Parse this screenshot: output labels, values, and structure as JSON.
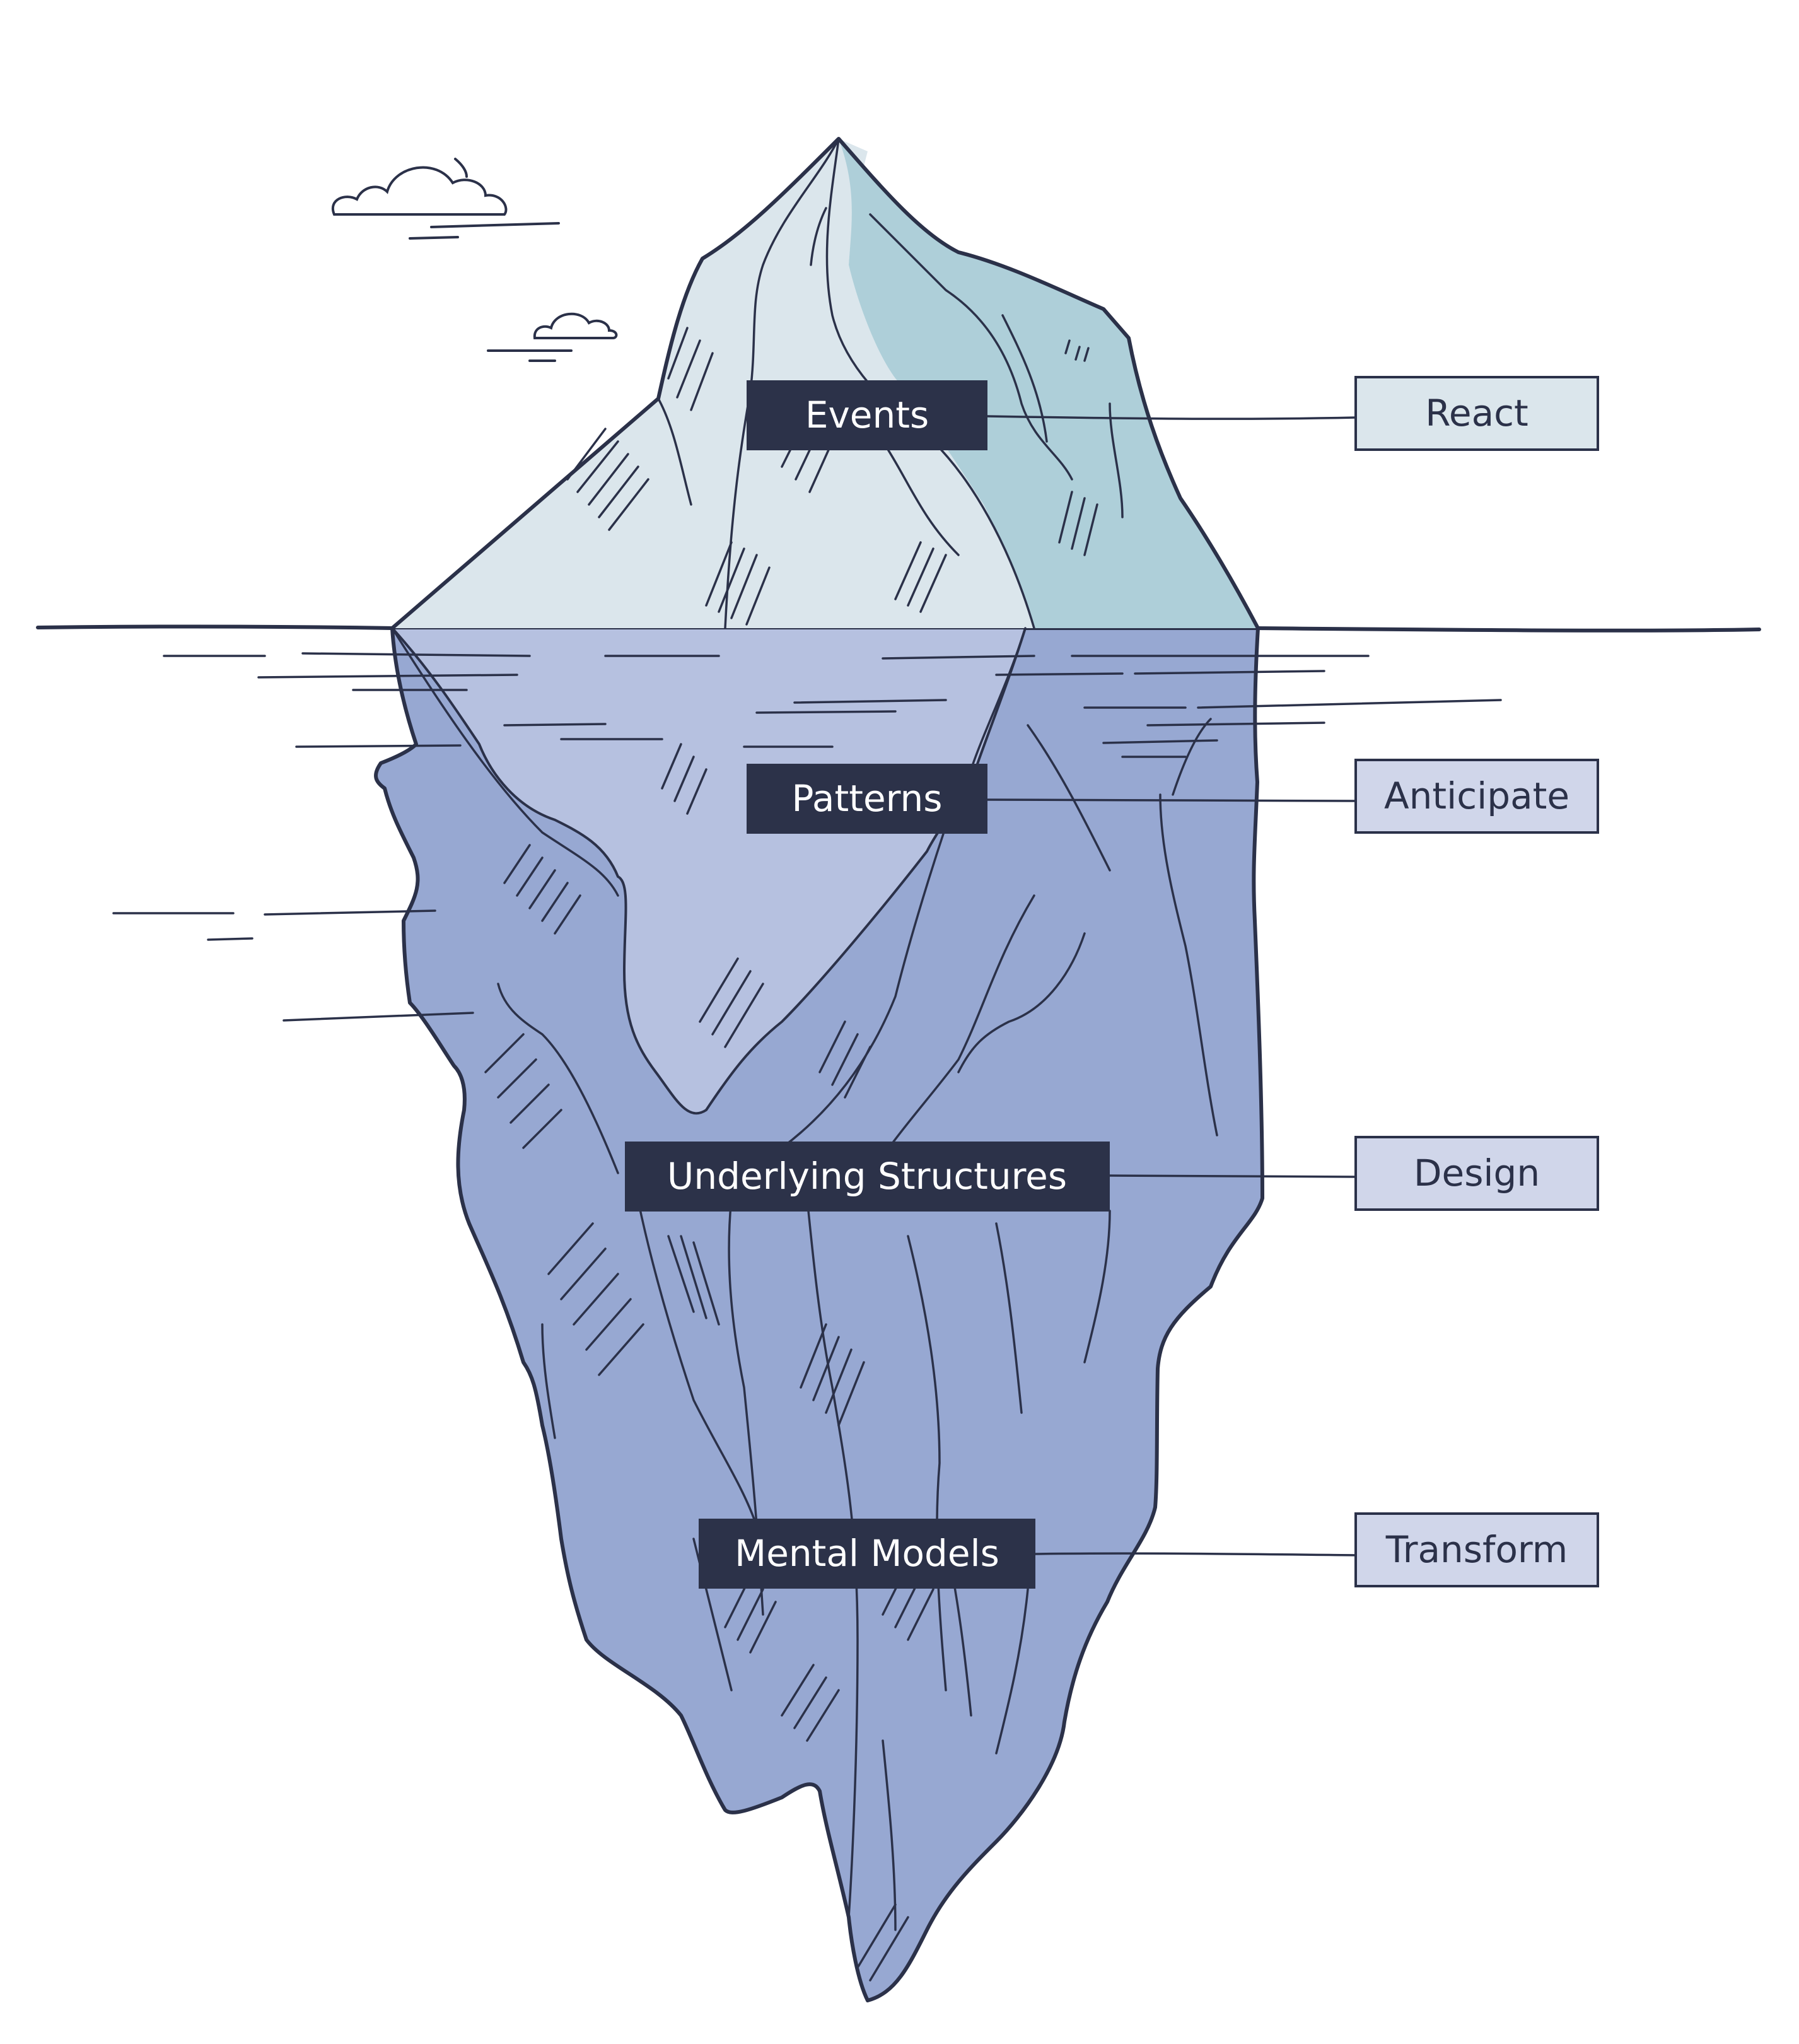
{
  "diagram": {
    "layers": [
      {
        "id": "events",
        "label": "Events",
        "action": "React"
      },
      {
        "id": "patterns",
        "label": "Patterns",
        "action": "Anticipate"
      },
      {
        "id": "structures",
        "label": "Underlying Structures",
        "action": "Design"
      },
      {
        "id": "models",
        "label": "Mental Models",
        "action": "Transform"
      }
    ]
  },
  "colors": {
    "outline": "#2b3149",
    "tip_light": "#dbe6ec",
    "tip_shade": "#aecfd9",
    "upper_underwater": "#b6c1e0",
    "body_underwater": "#97a8d2",
    "label_bg": "#2c3249",
    "action_box_1": "#dbe6ec",
    "action_box_2": "#d0d6ea"
  }
}
